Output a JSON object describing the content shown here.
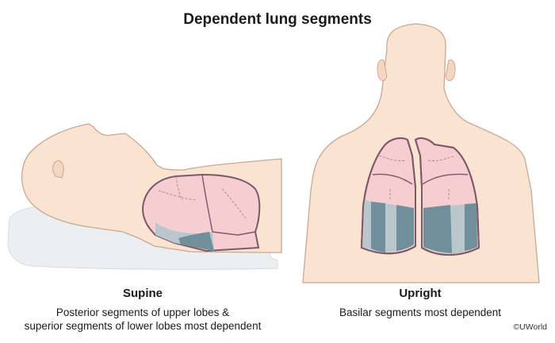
{
  "title": "Dependent lung segments",
  "left": {
    "label": "Supine",
    "description_lines": [
      "Posterior segments of upper lobes &",
      "superior segments of lower lobes most dependent"
    ]
  },
  "right": {
    "label": "Upright",
    "description_lines": [
      "Basilar segments most dependent"
    ]
  },
  "credit": "©UWorld",
  "colors": {
    "skin": "#fbe3d2",
    "skin_outline": "#c9a892",
    "lung": "#f6cdd0",
    "lung_outline": "#7a5a6a",
    "dependent_dark": "#6f8f9b",
    "dependent_light": "#b9c7cd",
    "pillow": "#eceff2"
  }
}
